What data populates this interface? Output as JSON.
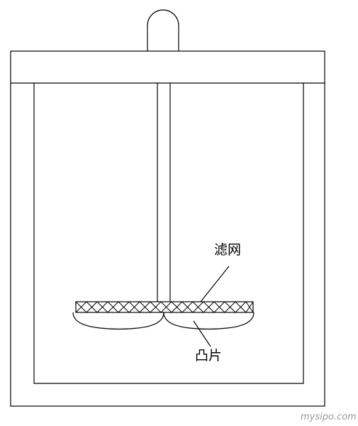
{
  "labels": {
    "filter_mesh": "滤网",
    "convex_piece": "凸片"
  },
  "watermark": "mysipo.com",
  "colors": {
    "ink": "#000000",
    "background": "#ffffff",
    "watermark": "#9a9a9a"
  }
}
